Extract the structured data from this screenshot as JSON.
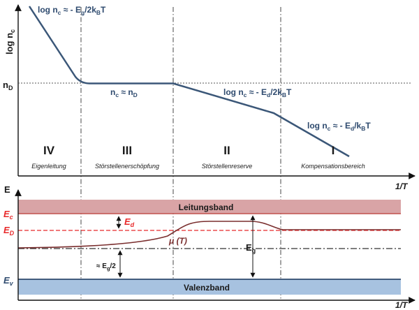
{
  "upper": {
    "ylabel": {
      "main": "log n",
      "sub": "c"
    },
    "ytick": {
      "main": "n",
      "sub": "D"
    },
    "xlabel": "1/T",
    "annotations": {
      "intrinsic": {
        "a": "log n",
        "a_sub": "c",
        "b": " ≈ - E",
        "b_sub": "g",
        "c": "/2k",
        "c_sub": "B",
        "d": "T"
      },
      "exhaustion": {
        "a": "n",
        "a_sub": "c",
        "b": " ≈ n",
        "b_sub": "D"
      },
      "reserve": {
        "a": "log n",
        "a_sub": "c",
        "b": " ≈ - E",
        "b_sub": "d",
        "c": "/2k",
        "c_sub": "B",
        "d": "T"
      },
      "compensation": {
        "a": "log n",
        "a_sub": "c",
        "b": " ≈ - E",
        "b_sub": "d",
        "c": "/k",
        "c_sub": "B",
        "d": "T"
      }
    },
    "regions": [
      {
        "numeral": "IV",
        "name": "Eigenleitung"
      },
      {
        "numeral": "III",
        "name": "Störstellenerschöpfung"
      },
      {
        "numeral": "II",
        "name": "Störstellenreserve"
      },
      {
        "numeral": "I",
        "name": "Kompensationsbereich"
      }
    ]
  },
  "lower": {
    "ylabel": "E",
    "xlabel": "1/T",
    "conduction_band": "Leitungsband",
    "valence_band": "Valenzband",
    "levels": {
      "ec": {
        "main": "E",
        "sub": "c"
      },
      "ed": {
        "main": "E",
        "sub": "D"
      },
      "ev": {
        "main": "E",
        "sub": "v"
      }
    },
    "arrows": {
      "ed": {
        "main": "E",
        "sub": "d"
      },
      "eg": {
        "main": "E",
        "sub": "g"
      },
      "eg_half": {
        "a": "≈ E",
        "a_sub": "g",
        "b": "/2"
      }
    },
    "mu": {
      "a": "μ (T)"
    }
  },
  "colors": {
    "curve": "#3b5778",
    "annotation": "#2e4a6e",
    "conduction_band": "#d9a4a6",
    "valence_band": "#a7c2e0",
    "donor_level": "#e8292a",
    "mu_curve": "#7a2e2e"
  }
}
